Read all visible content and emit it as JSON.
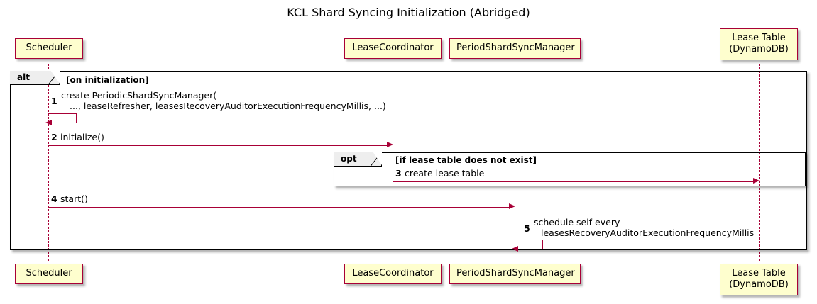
{
  "diagram": {
    "title": "KCL Shard Syncing Initialization (Abridged)",
    "type": "sequence-diagram",
    "colors": {
      "participant_fill": "#FEFECE",
      "participant_border": "#A80036",
      "arrow": "#A80036",
      "fragment_border": "#000000",
      "fragment_label_fill": "#EEEEEE",
      "background": "#FFFFFF"
    }
  },
  "participants": [
    {
      "id": "scheduler",
      "label_line1": "Scheduler",
      "label_line2": ""
    },
    {
      "id": "lease_coordinator",
      "label_line1": "LeaseCoordinator",
      "label_line2": ""
    },
    {
      "id": "period_shard_sync_manager",
      "label_line1": "PeriodShardSyncManager",
      "label_line2": ""
    },
    {
      "id": "lease_table",
      "label_line1": "Lease Table",
      "label_line2": "(DynamoDB)"
    }
  ],
  "fragments": [
    {
      "id": "alt",
      "operator": "alt",
      "condition": "[on initialization]"
    },
    {
      "id": "opt",
      "operator": "opt",
      "condition": "[if lease table does not exist]"
    }
  ],
  "messages": [
    {
      "number": "1",
      "from": "scheduler",
      "to": "scheduler",
      "kind": "self",
      "label_line1": "create PeriodicShardSyncManager(",
      "label_line2": "..., leaseRefresher, leasesRecoveryAuditorExecutionFrequencyMillis, ...)"
    },
    {
      "number": "2",
      "from": "scheduler",
      "to": "lease_coordinator",
      "kind": "call",
      "label_line1": "initialize()",
      "label_line2": ""
    },
    {
      "number": "3",
      "from": "lease_coordinator",
      "to": "lease_table",
      "kind": "call",
      "label_line1": "create lease table",
      "label_line2": ""
    },
    {
      "number": "4",
      "from": "scheduler",
      "to": "period_shard_sync_manager",
      "kind": "call",
      "label_line1": "start()",
      "label_line2": ""
    },
    {
      "number": "5",
      "from": "period_shard_sync_manager",
      "to": "period_shard_sync_manager",
      "kind": "self",
      "label_line1": "schedule self every",
      "label_line2": "leasesRecoveryAuditorExecutionFrequencyMillis"
    }
  ]
}
